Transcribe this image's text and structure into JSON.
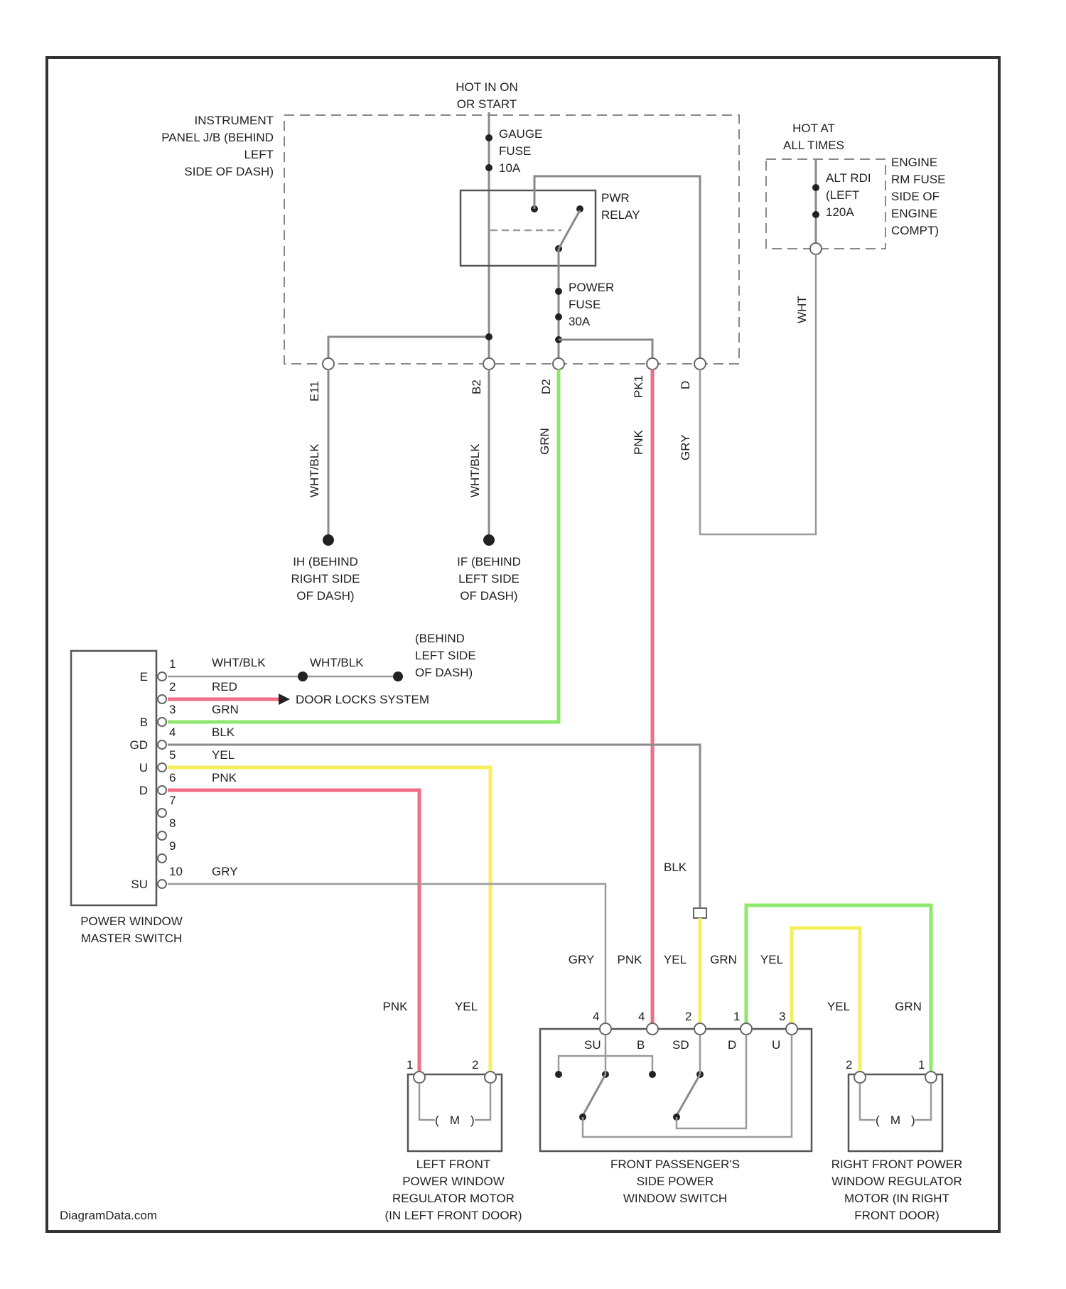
{
  "colors": {
    "green": "#8de86d",
    "pink": "#f26d86",
    "yellow": "#f4ef5a",
    "gray": "#8a8a8a",
    "black": "#555555"
  },
  "labels": {
    "hot_in_on_1": "HOT IN ON",
    "hot_in_on_2": "OR START",
    "instrument_1": "INSTRUMENT",
    "instrument_2": "PANEL J/B (BEHIND",
    "instrument_3": "LEFT",
    "instrument_4": "SIDE OF DASH)",
    "gauge_fuse_1": "GAUGE",
    "gauge_fuse_2": "FUSE",
    "gauge_fuse_3": "10A",
    "pwr_relay_1": "PWR",
    "pwr_relay_2": "RELAY",
    "power_fuse_1": "POWER",
    "power_fuse_2": "FUSE",
    "power_fuse_3": "30A",
    "hot_at_all_1": "HOT AT",
    "hot_at_all_2": "ALL TIMES",
    "alt_fuse_1": "ALT RDI",
    "alt_fuse_2": "(LEFT",
    "alt_fuse_3": "120A",
    "engine_1": "ENGINE",
    "engine_2": "RM FUSE",
    "engine_3": "SIDE OF",
    "engine_4": "ENGINE",
    "engine_5": "COMPT)",
    "conn_1": "E11",
    "conn_2": "B2",
    "conn_3": "D2",
    "conn_4": "PK1",
    "conn_5": "D",
    "wire_wht_blk_1": "WHT/BLK",
    "wire_wht_blk_2": "WHT/BLK",
    "wire_grn": "GRN",
    "wire_pnk": "PNK",
    "wire_gry_top": "GRY",
    "wire_wht_top": "WHT",
    "ground_ih_1": "IH (BEHIND",
    "ground_ih_2": "RIGHT SIDE",
    "ground_ih_3": "OF DASH)",
    "ground_if_1": "IF (BEHIND",
    "ground_if_2": "LEFT SIDE",
    "ground_if_3": "OF DASH)",
    "behind_1": "(BEHIND",
    "behind_2": "LEFT SIDE",
    "behind_3": "OF DASH)",
    "door_locks": "DOOR LOCKS SYSTEM",
    "pin_1": "1",
    "pin_2": "2",
    "pin_3": "3",
    "pin_4": "4",
    "pin_5": "5",
    "pin_6": "6",
    "pin_7": "7",
    "pin_8": "8",
    "pin_9": "9",
    "pin_10": "10",
    "msw_e": "E",
    "msw_b": "B",
    "msw_gd": "GD",
    "msw_u": "U",
    "msw_d": "D",
    "msw_su": "SU",
    "msw_w1": "WHT/BLK",
    "msw_w1b": "WHT/BLK",
    "msw_w2": "RED",
    "msw_w3": "GRN",
    "msw_w4": "BLK",
    "msw_w5": "YEL",
    "msw_w6": "PNK",
    "msw_w10": "GRY",
    "master_1": "POWER WINDOW",
    "master_2": "MASTER SWITCH",
    "blk_label": "BLK",
    "pass_w_gry": "GRY",
    "pass_w_pnk": "PNK",
    "pass_w_yel": "YEL",
    "pass_w_grn": "GRN",
    "pass_w_yel2": "YEL",
    "lf_w_pnk": "PNK",
    "lf_w_yel": "YEL",
    "rf_w_yel": "YEL",
    "rf_w_grn": "GRN",
    "pp_4": "4",
    "pp_2": "2",
    "pp_1": "1",
    "pp_3": "3",
    "pt_su": "SU",
    "pt_b": "B",
    "pt_sd": "SD",
    "pt_d": "D",
    "pt_u": "U",
    "lf_p1": "1",
    "lf_p2": "2",
    "rf_p2": "2",
    "rf_p1": "1",
    "motor_m1": "M",
    "motor_m2": "M",
    "lf_motor_1": "LEFT FRONT",
    "lf_motor_2": "POWER WINDOW",
    "lf_motor_3": "REGULATOR MOTOR",
    "lf_motor_4": "(IN LEFT FRONT DOOR)",
    "pass_sw_1": "FRONT PASSENGER'S",
    "pass_sw_2": "SIDE POWER",
    "pass_sw_3": "WINDOW SWITCH",
    "rf_motor_1": "RIGHT FRONT POWER",
    "rf_motor_2": "WINDOW REGULATOR",
    "rf_motor_3": "MOTOR (IN RIGHT",
    "rf_motor_4": "FRONT DOOR)",
    "watermark": "DiagramData.com"
  }
}
